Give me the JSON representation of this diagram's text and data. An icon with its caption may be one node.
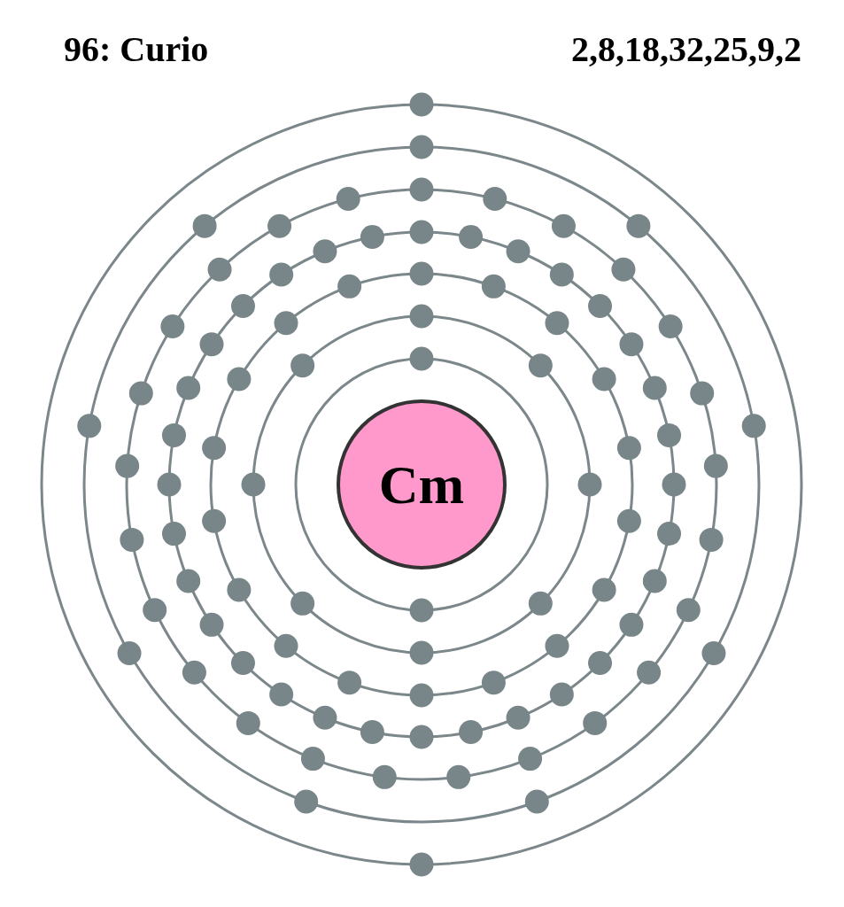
{
  "diagram": {
    "nodes": [
      {
        "text": [
          "Cm"
        ]
      }
    ],
    "labels": [
      "96: Curio",
      "2,8,18,32,25,9,2"
    ]
  }
}
